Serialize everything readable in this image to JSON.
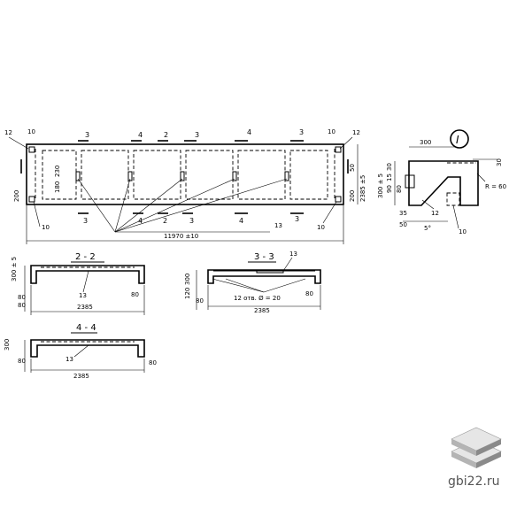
{
  "plan": {
    "section_marks": [
      "3",
      "4",
      "2",
      "3",
      "4",
      "3",
      "3",
      "4",
      "2",
      "3",
      "4",
      "3"
    ],
    "callouts": [
      "12",
      "10",
      "12",
      "10",
      "10",
      "10",
      "13"
    ],
    "dims": {
      "length": "11970 ±10",
      "width": "2385 ±5",
      "left_end": "200",
      "left_mid": "180",
      "left_mid2": "230",
      "right_end": "200",
      "right_mid": "50"
    }
  },
  "detail": {
    "label": "I",
    "top_width": "300",
    "heights": [
      "30",
      "15",
      "90",
      "80"
    ],
    "height_total": "300 ± 5",
    "offsets": [
      "35",
      "50",
      "5°"
    ],
    "radius": "R = 60",
    "callouts": [
      "12",
      "10"
    ],
    "right_dim": "30"
  },
  "sections": {
    "s22": {
      "title": "2 - 2",
      "height": "300 ± 5",
      "left_a": "80",
      "left_b": "80",
      "width": "2385",
      "callout": "13",
      "right": "80"
    },
    "s33": {
      "title": "3 - 3",
      "height": "300",
      "height2": "120",
      "left": "80",
      "right": "80",
      "holes": "12 отв. Ø = 20",
      "width": "2385",
      "callout": "13"
    },
    "s44": {
      "title": "4 - 4",
      "height": "300",
      "left": "80",
      "right": "80",
      "width": "2385",
      "callout": "13"
    }
  },
  "branding": {
    "site": "gbi22.ru",
    "logo_colors": [
      "#e6e6e6",
      "#b4b4b4",
      "#8a8a8a"
    ]
  }
}
